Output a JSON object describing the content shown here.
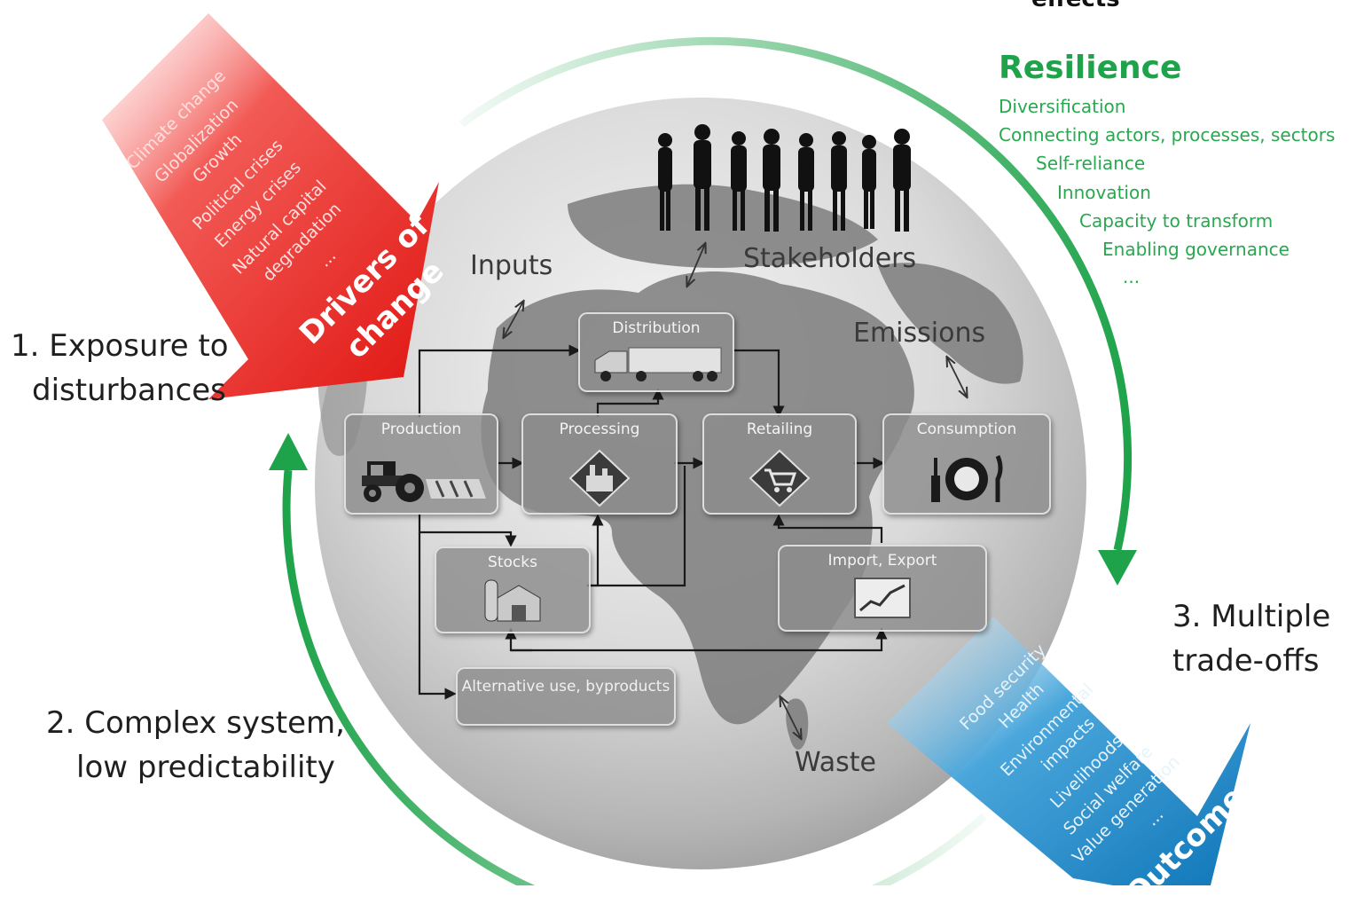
{
  "top_label": "effects",
  "resilience": {
    "title": "Resilience",
    "items": [
      "Diversification",
      "Connecting actors, processes, sectors",
      "Self-reliance",
      "Innovation",
      "Capacity to transform",
      "Enabling governance",
      "..."
    ]
  },
  "drivers": {
    "title_line1": "Drivers of",
    "title_line2": "change",
    "items": [
      "Climate change",
      "Globalization",
      "Growth",
      "Political crises",
      "Energy crises",
      "Natural capital",
      "degradation",
      "..."
    ]
  },
  "outcomes": {
    "title": "Outcomes",
    "items": [
      "Food security",
      "Health",
      "Environmental",
      "impacts",
      "Livelihoods",
      "Social welfare",
      "Value generation",
      "..."
    ]
  },
  "side_labels": {
    "exposure": [
      "1. Exposure to",
      "disturbances"
    ],
    "complex": [
      "2. Complex system,",
      "low predictability"
    ],
    "tradeoffs": [
      "3. Multiple",
      "trade-offs"
    ]
  },
  "globe_labels": {
    "inputs": "Inputs",
    "stakeholders": "Stakeholders",
    "emissions": "Emissions",
    "waste": "Waste"
  },
  "boxes": {
    "production": "Production",
    "processing": "Processing",
    "distribution": "Distribution",
    "retailing": "Retailing",
    "consumption": "Consumption",
    "stocks": "Stocks",
    "import_export": "Import, Export",
    "alternative_use": "Alternative use, byproducts"
  },
  "colors": {
    "drivers_red": "#e8211d",
    "outcomes_blue": "#1f8fd0",
    "cycle_green": "#1ea34a",
    "box_gray": "#8c8c8c"
  }
}
